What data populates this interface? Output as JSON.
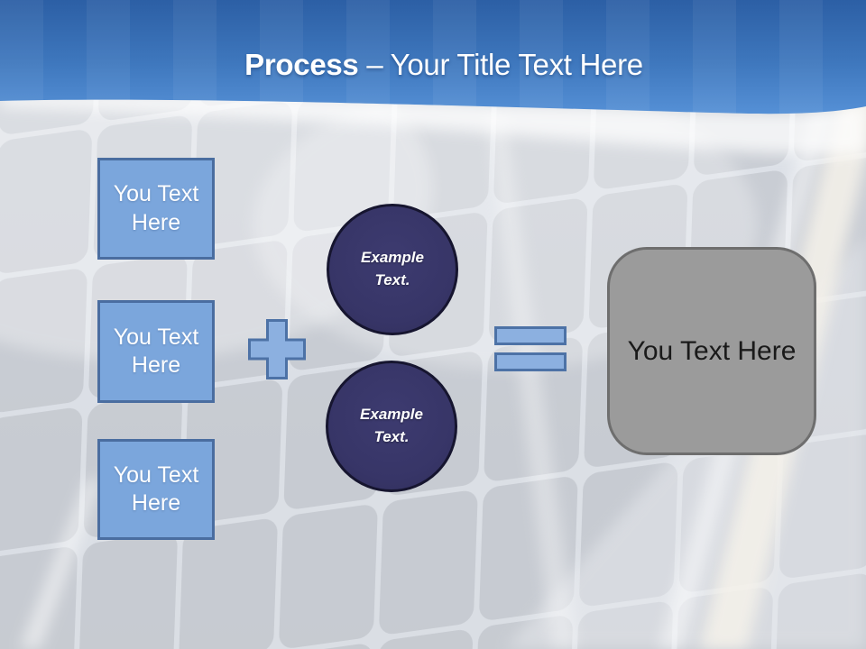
{
  "title": {
    "keyword": "Process",
    "rest": "– Your Title Text Here"
  },
  "input_boxes": [
    {
      "label": "You Text Here"
    },
    {
      "label": "You Text Here"
    },
    {
      "label": "You Text Here"
    }
  ],
  "operators": {
    "plus": {
      "icon": "plus-icon"
    },
    "equals": {
      "icon": "equals-icon"
    }
  },
  "example_circles": [
    {
      "label": "Example Text."
    },
    {
      "label": "Example Text."
    }
  ],
  "result_box": {
    "label": "You Text Here"
  },
  "colors": {
    "header_top": "#2c5fa5",
    "header_mid": "#3e77bd",
    "header_bottom": "#5590d6",
    "title_text": "#ffffff",
    "box_fill": "#7ba6dc",
    "box_border": "#4a6da0",
    "box_text": "#ffffff",
    "operator_fill": "#8cb0e0",
    "operator_border": "#4d72a6",
    "circle_fill": "#373567",
    "circle_border": "#16152f",
    "result_fill": "#9b9b9b",
    "result_border": "#6e6e6e",
    "result_text": "#1a1a1a",
    "bg_base": "#c8ccd3",
    "bg_line": "#e4e8ee"
  }
}
